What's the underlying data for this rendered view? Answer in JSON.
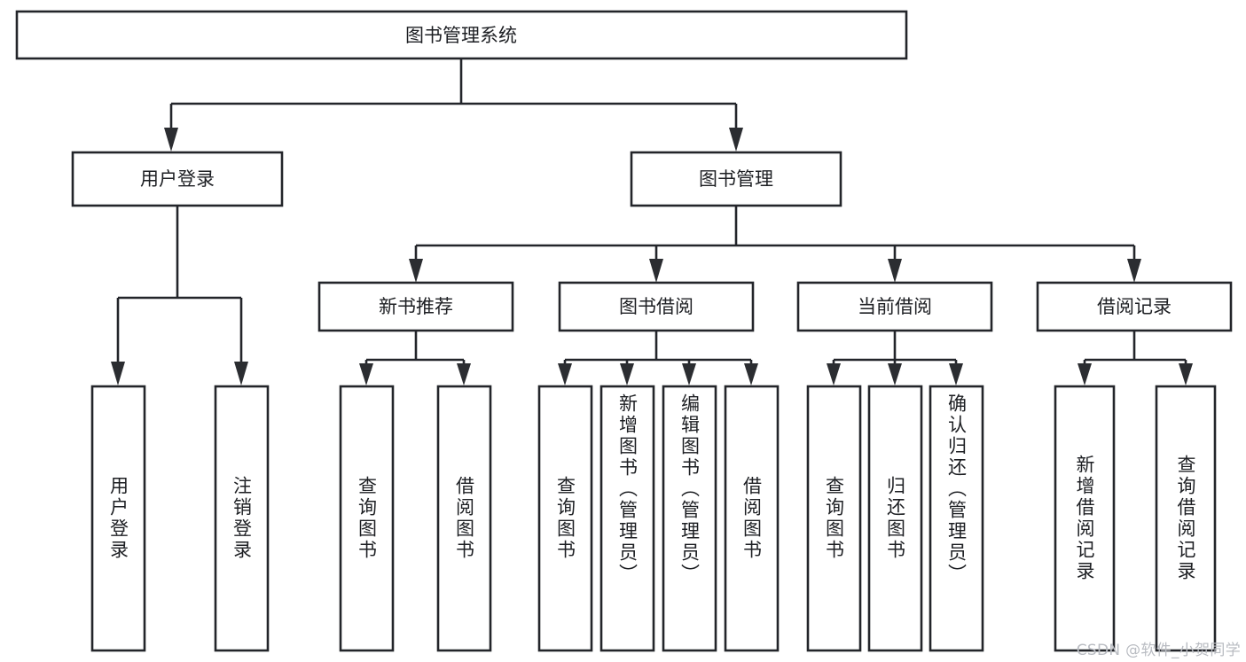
{
  "diagram": {
    "title": "图书管理系统",
    "type": "tree-hierarchy-diagram",
    "watermark": "CSDN @软件_小贺同学",
    "colors": {
      "box_stroke": "#23252a",
      "box_fill": "#ffffff",
      "text": "#1d1f23",
      "watermark": "#b9bcc2",
      "background": "#ffffff"
    },
    "root": {
      "label": "图书管理系统"
    },
    "level2": [
      {
        "label": "用户登录"
      },
      {
        "label": "图书管理"
      }
    ],
    "level3": [
      {
        "label": "新书推荐"
      },
      {
        "label": "图书借阅"
      },
      {
        "label": "当前借阅"
      },
      {
        "label": "借阅记录"
      }
    ],
    "leaves": {
      "user_login": [
        {
          "label": "用户登录"
        },
        {
          "label": "注销登录"
        }
      ],
      "new_book_recommend": [
        {
          "label": "查询图书"
        },
        {
          "label": "借阅图书"
        }
      ],
      "book_borrow": [
        {
          "label": "查询图书"
        },
        {
          "label": "新增图书（管理员）"
        },
        {
          "label": "编辑图书（管理员）"
        },
        {
          "label": "借阅图书"
        }
      ],
      "current_borrow": [
        {
          "label": "查询图书"
        },
        {
          "label": "归还图书"
        },
        {
          "label": "确认归还（管理员）"
        }
      ],
      "borrow_record": [
        {
          "label": "新增借阅记录"
        },
        {
          "label": "查询借阅记录"
        }
      ]
    }
  }
}
